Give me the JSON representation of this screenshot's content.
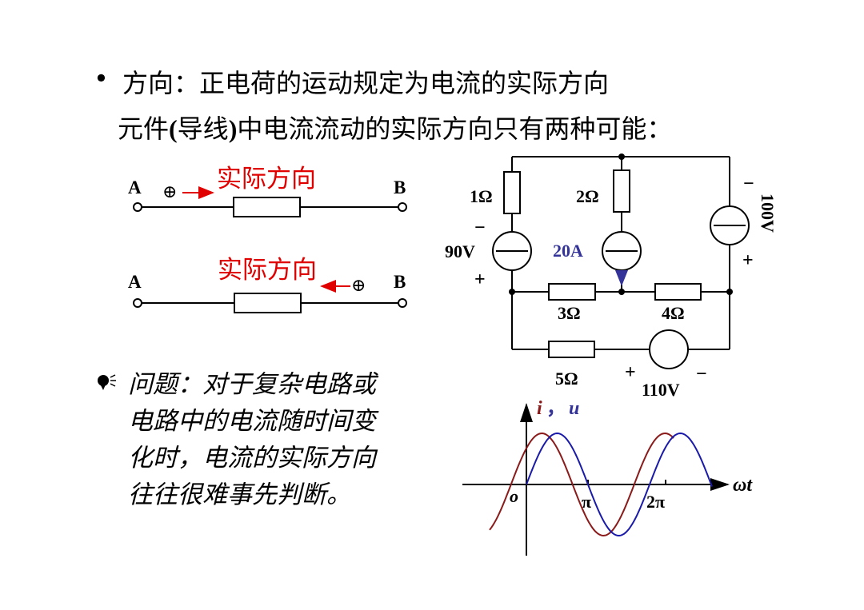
{
  "text": {
    "bullet": "•",
    "line1": "方向：正电荷的运动规定为电流的实际方向",
    "line2_a": "元件",
    "line2_b": "(",
    "line2_c": "导线",
    "line2_d": ")",
    "line2_e": "中电流流动的实际方向只有两种可能："
  },
  "direction_diagrams": {
    "label": "实际方向",
    "terminal_a": "A",
    "terminal_b": "B",
    "charge_symbol": "⊕"
  },
  "question": {
    "icon": "speaker-icon",
    "lines": [
      "问题：对于复杂电路或",
      "电路中的电流随时间变",
      "化时，电流的实际方向",
      "往往很难事先判断。"
    ]
  },
  "circuit": {
    "r1": "1Ω",
    "r2": "2Ω",
    "r3": "3Ω",
    "r4": "4Ω",
    "r5": "5Ω",
    "v90": "90V",
    "v100": "100V",
    "v110": "110V",
    "i20": "20A",
    "plus": "+",
    "minus": "−"
  },
  "waveform": {
    "ylabel_i": "i",
    "ylabel_sep": "，",
    "ylabel_u": "u",
    "xlabel": "ωt",
    "origin": "o",
    "pi": "π",
    "two_pi": "2π",
    "colors": {
      "i": "#8b1a1a",
      "u": "#1a1aaa"
    }
  }
}
